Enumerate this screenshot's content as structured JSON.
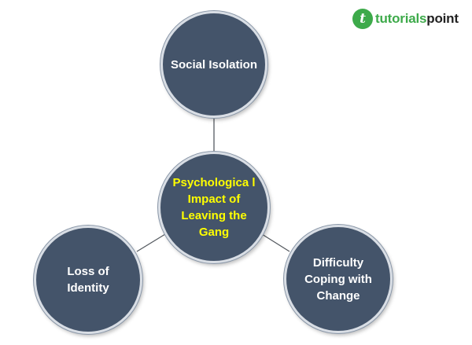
{
  "logo": {
    "mark": "t",
    "text_primary": "tutorials",
    "text_secondary": "point"
  },
  "diagram": {
    "center": "Psychologica l Impact of Leaving the Gang",
    "nodes": {
      "top": "Social Isolation",
      "left": "Loss of Identity",
      "right": "Difficulty Coping with Change"
    }
  },
  "colors": {
    "node_fill": "#44546a",
    "node_text": "#ffffff",
    "center_text": "#ffff00",
    "brand_green": "#3daa4a"
  }
}
